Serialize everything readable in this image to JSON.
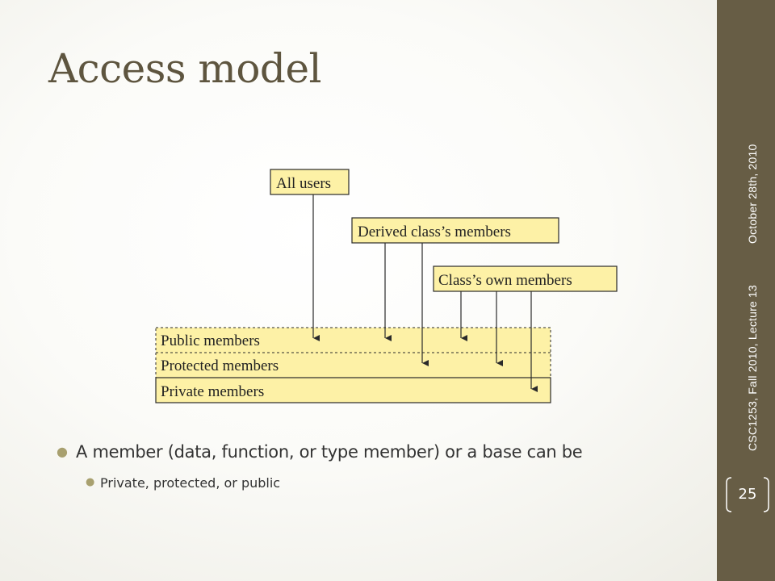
{
  "slide": {
    "title": "Access model",
    "course_info": "CSC1253, Fall 2010, Lecture 13",
    "date": "October 28th, 2010",
    "page_number": "25"
  },
  "diagram": {
    "users": {
      "all": "All users",
      "derived": "Derived class’s members",
      "own": "Class’s own members"
    },
    "members": {
      "public": "Public members",
      "protected": "Protected members",
      "private": "Private members"
    },
    "colors": {
      "fill": "#fdf1a6",
      "stroke": "#2a2a2a"
    }
  },
  "bullets": [
    {
      "text": "A member (data, function, or type member) or a base can be",
      "sub": [
        "Private, protected, or public"
      ]
    }
  ]
}
